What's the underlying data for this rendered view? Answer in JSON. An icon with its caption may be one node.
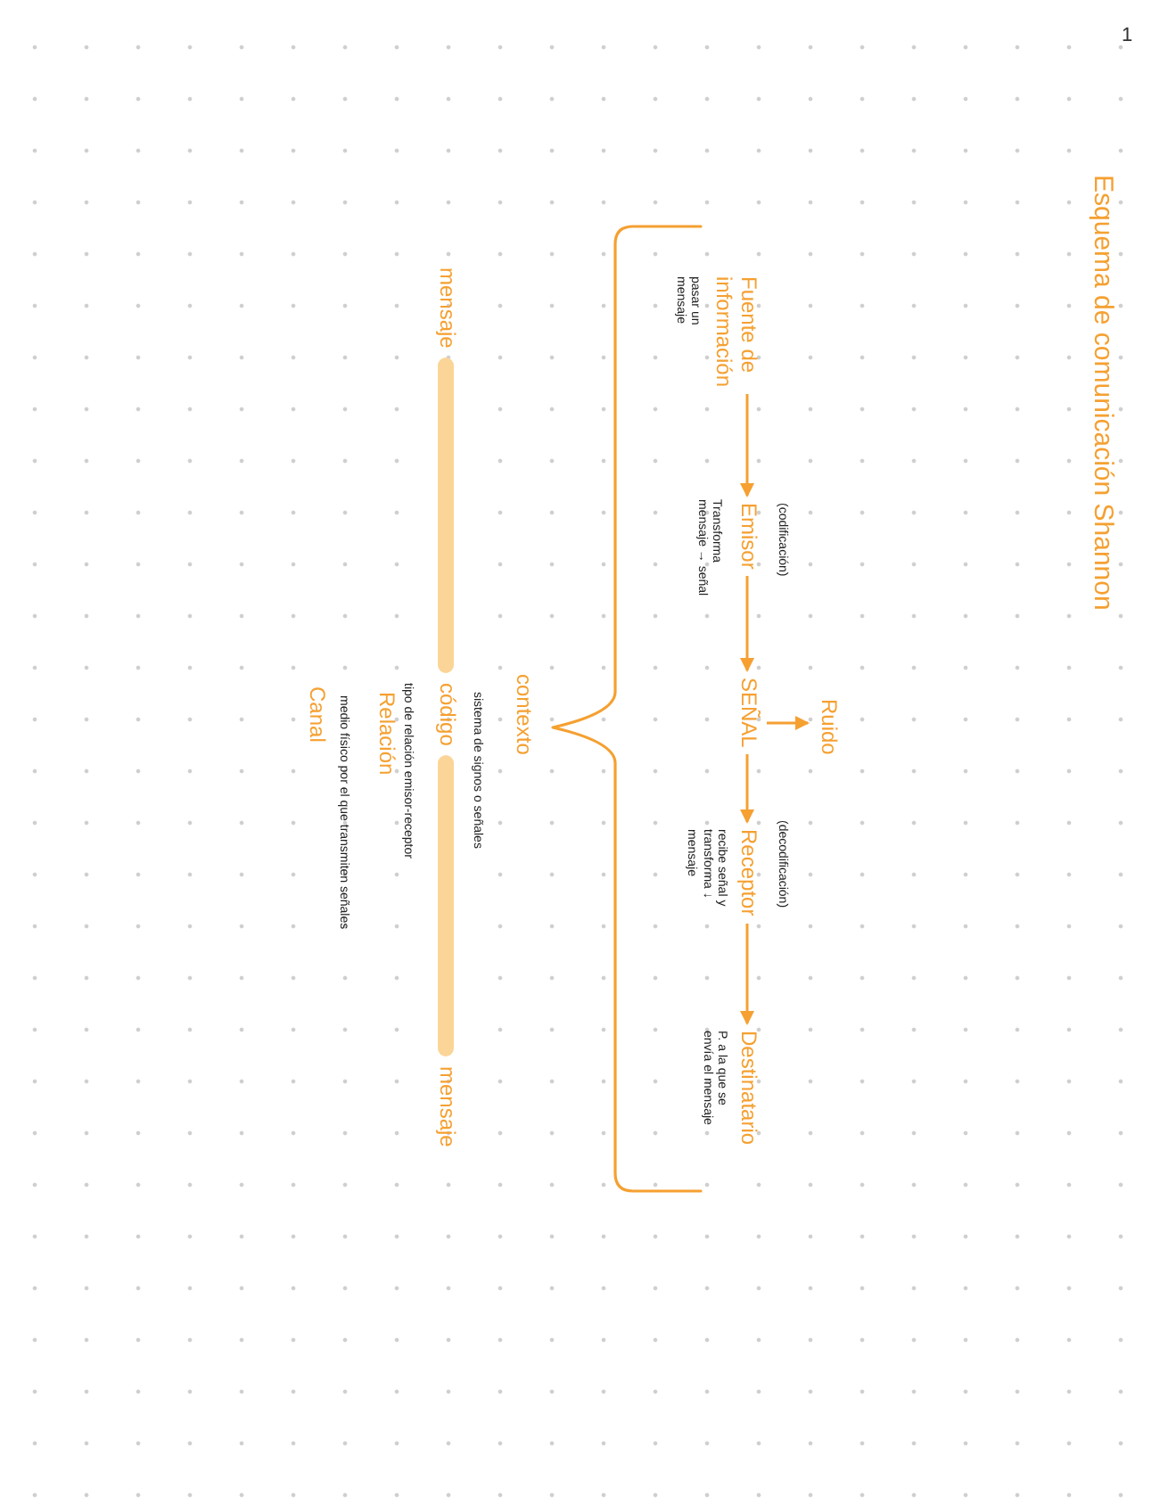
{
  "diagram": {
    "title": "Esquema de comunicación Shannon",
    "nodes": [
      {
        "text": [
          "Fuente de información"
        ],
        "beside": [
          "pasar un mensaje"
        ]
      },
      {
        "text": [
          "Emisor"
        ],
        "beside": [
          "(codificación)",
          "Transforma mensaje → señal"
        ]
      },
      {
        "text": [
          "SEÑAL"
        ]
      },
      {
        "text": [
          "Ruido"
        ]
      },
      {
        "text": [
          "Receptor"
        ],
        "beside": [
          "(decodificación)",
          "recibe señal y transforma ↓ mensaje"
        ]
      },
      {
        "text": [
          "Destinatario"
        ],
        "beside": [
          "P. a la que se envía el mensaje"
        ]
      },
      {
        "text": [
          "mensaje"
        ]
      },
      {
        "text": [
          "código"
        ]
      },
      {
        "text": [
          "mensaje"
        ]
      }
    ],
    "edges": [
      {
        "from": 0,
        "to": 1,
        "arrow": "to"
      },
      {
        "from": 1,
        "to": 2,
        "arrow": "to"
      },
      {
        "from": 2,
        "to": 3,
        "arrow": "to"
      },
      {
        "from": 2,
        "to": 4,
        "arrow": "to"
      },
      {
        "from": 4,
        "to": 5,
        "arrow": "to"
      },
      {
        "from": 6,
        "to": 7,
        "arrow": "none",
        "style": "thick",
        "color": "#fbd597"
      },
      {
        "from": 7,
        "to": 8,
        "arrow": "none",
        "style": "thick",
        "color": "#fbd597"
      }
    ],
    "labels": [
      "1",
      "contexto",
      "sistema de signos o señales",
      "tipo de relación emisor-receptor",
      "Relación",
      "medio físico por el que transmiten señales",
      "Canal"
    ]
  }
}
